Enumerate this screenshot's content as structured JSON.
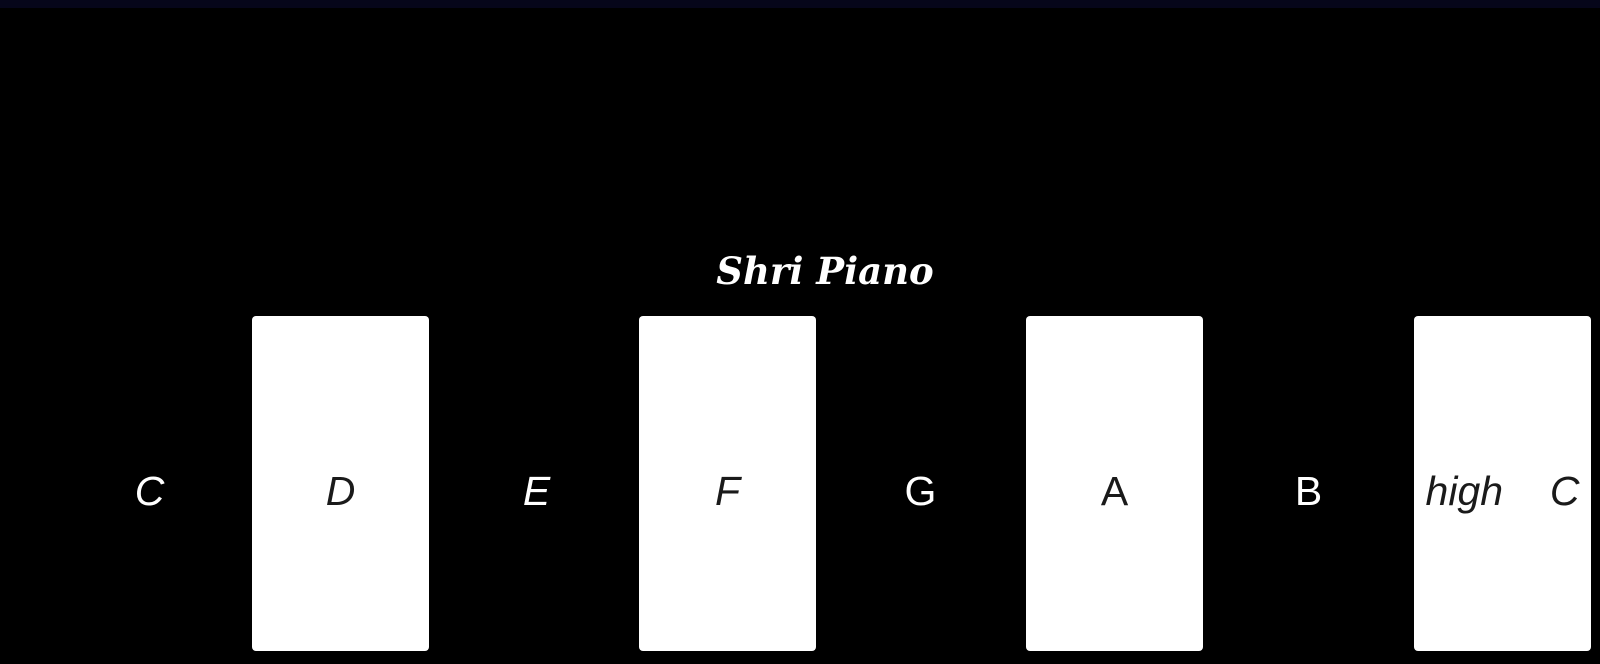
{
  "app": {
    "title": "Shri Piano"
  },
  "keys": [
    {
      "note": "C",
      "color": "black"
    },
    {
      "note": "D",
      "color": "white"
    },
    {
      "note": "E",
      "color": "black"
    },
    {
      "note": "F",
      "color": "white"
    },
    {
      "note": "G",
      "color": "black"
    },
    {
      "note": "A",
      "color": "white"
    },
    {
      "note": "B",
      "color": "black"
    },
    {
      "note": "high  C",
      "color": "white"
    }
  ],
  "colors": {
    "background": "#000000",
    "white_key": "#ffffff",
    "black_key": "#000000",
    "label_on_white": "#1a1a1a",
    "label_on_black": "#ffffff"
  }
}
